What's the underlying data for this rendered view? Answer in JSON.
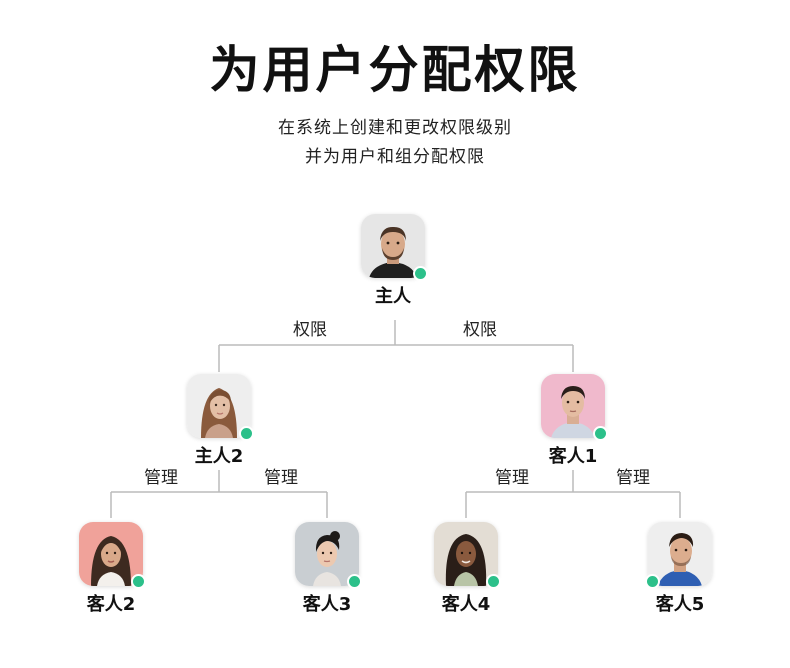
{
  "header": {
    "title": "为用户分配权限",
    "subtitle_line1": "在系统上创建和更改权限级别",
    "subtitle_line2": "并为用户和组分配权限"
  },
  "colors": {
    "status_online": "#2cc08a",
    "connector_line": "#bbbbbb"
  },
  "nodes": {
    "root": {
      "label": "主人",
      "avatar_bg": "#e6e6e6"
    },
    "owner2": {
      "label": "主人2",
      "avatar_bg": "#eeeeee"
    },
    "guest1": {
      "label": "客人1",
      "avatar_bg": "#f0b9cc"
    },
    "guest2": {
      "label": "客人2",
      "avatar_bg": "#f0a29a"
    },
    "guest3": {
      "label": "客人3",
      "avatar_bg": "#c9ced2"
    },
    "guest4": {
      "label": "客人4",
      "avatar_bg": "#e3ddd4"
    },
    "guest5": {
      "label": "客人5",
      "avatar_bg": "#eeeeee"
    }
  },
  "edges": {
    "root_left": "权限",
    "root_right": "权限",
    "owner2_left": "管理",
    "owner2_right": "管理",
    "guest1_left": "管理",
    "guest1_right": "管理"
  },
  "icons": {
    "status": "online-status-dot",
    "avatar": "user-avatar-photo"
  }
}
